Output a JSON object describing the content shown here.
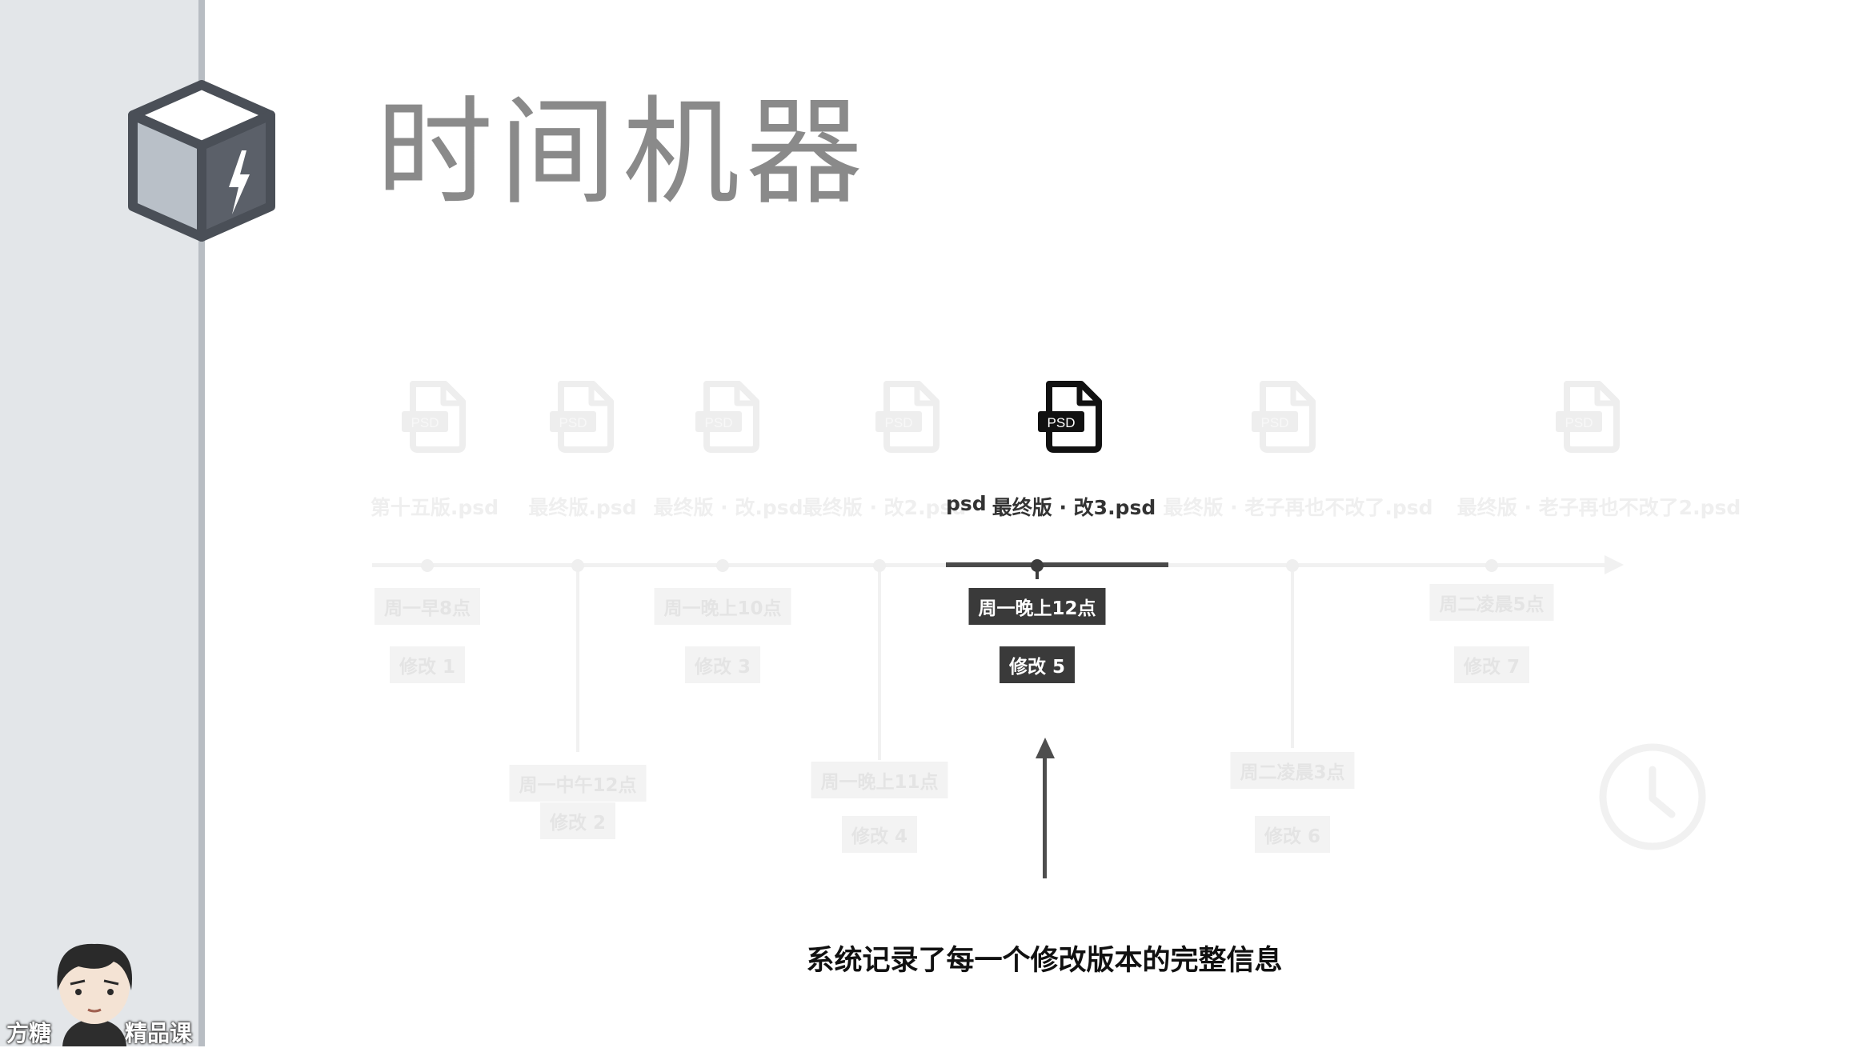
{
  "title": "时间机器",
  "files": [
    {
      "name": "第十五版.psd",
      "state": "faded"
    },
    {
      "name": "最终版.psd",
      "state": "faded"
    },
    {
      "name": "最终版 · 改.psd",
      "state": "faded"
    },
    {
      "name": "最终版 · 改2.psd",
      "state": "faded"
    },
    {
      "name": "最终版 · 改3.psd",
      "state": "active"
    },
    {
      "name": "最终版 · 老子再也不改了.psd",
      "state": "faded"
    },
    {
      "name": "最终版 · 老子再也不改了2.psd",
      "state": "faded"
    }
  ],
  "psd_fragment": "psd",
  "icon_label": "PSD",
  "timeline": [
    {
      "time": "周一早8点",
      "edit": "修改 1"
    },
    {
      "time": "周一中午12点",
      "edit": "修改 2"
    },
    {
      "time": "周一晚上10点",
      "edit": "修改 3"
    },
    {
      "time": "周一晚上11点",
      "edit": "修改 4"
    },
    {
      "time": "周一晚上12点",
      "edit": "修改 5"
    },
    {
      "time": "周二凌晨3点",
      "edit": "修改 6"
    },
    {
      "time": "周二凌晨5点",
      "edit": "修改 7"
    }
  ],
  "caption": "系统记录了每一个修改版本的完整信息",
  "brand": {
    "left": "方糖",
    "right": "精品课"
  },
  "icons": {
    "logo": "cube-lightning-icon",
    "file": "psd-file-icon",
    "clock": "clock-icon"
  }
}
